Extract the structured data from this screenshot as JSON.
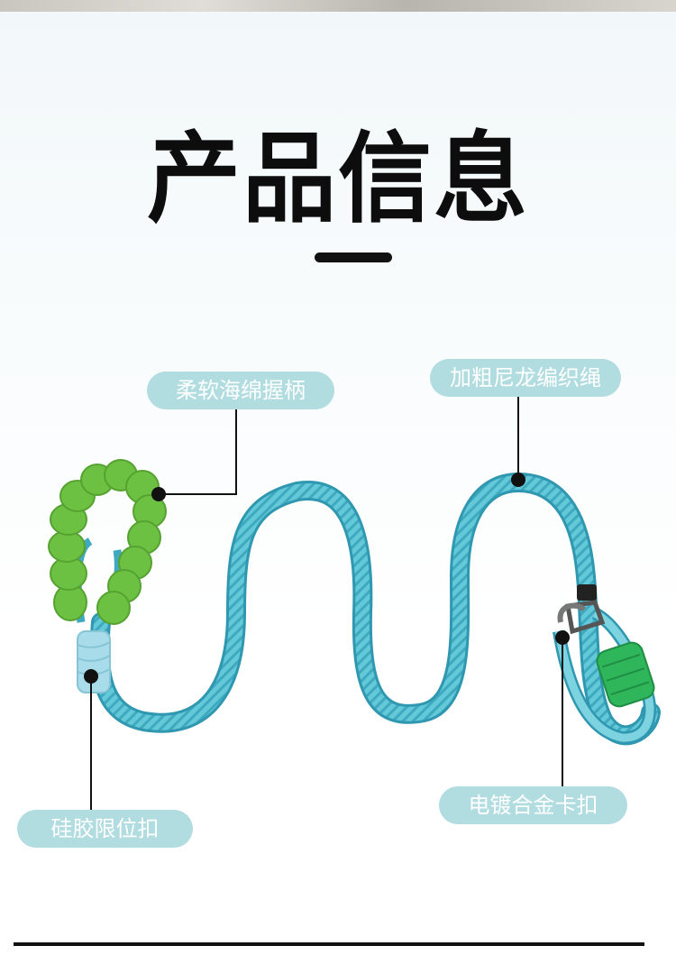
{
  "title": "产品信息",
  "labels": {
    "handle": "柔软海绵握柄",
    "rope": "加粗尼龙编织绳",
    "stopper": "硅胶限位扣",
    "clasp": "电镀合金卡扣"
  },
  "colors": {
    "pill_bg": "#b1dce0",
    "rope": "#5ec6d6",
    "handle": "#6cc142",
    "stopper": "#a9dceb",
    "clasp_grip": "#2fb65a"
  },
  "icons": [
    "leash-icon",
    "foam-handle-icon",
    "silicone-stopper-icon",
    "alloy-clasp-icon"
  ]
}
